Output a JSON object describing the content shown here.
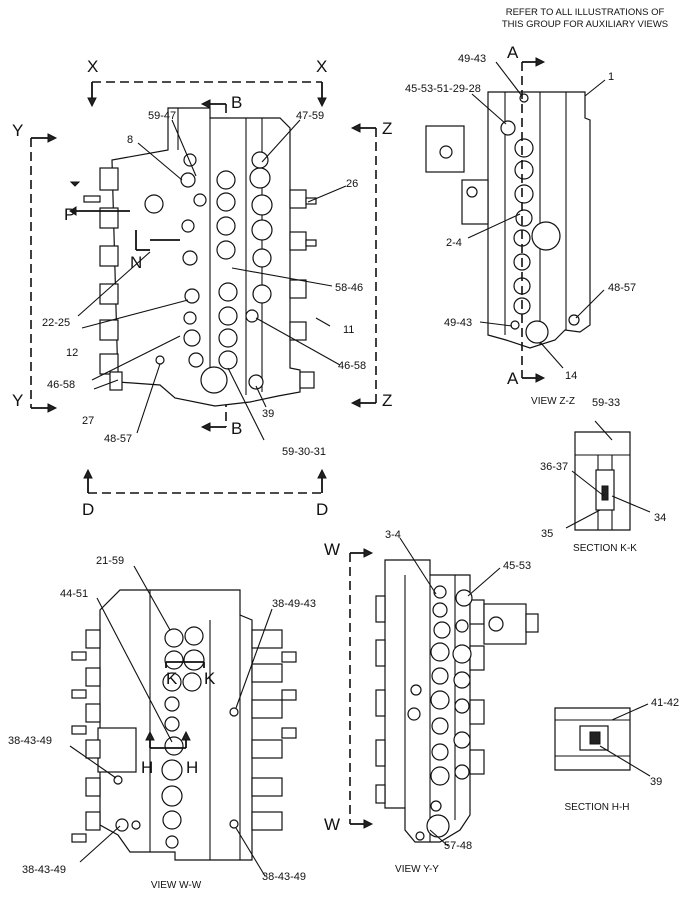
{
  "header_note": {
    "line1": "REFER TO ALL ILLUSTRATIONS OF",
    "line2": "THIS GROUP FOR AUXILIARY VIEWS"
  },
  "section_letters": {
    "X1": "X",
    "X2": "X",
    "Y1": "Y",
    "Y2": "Y",
    "Z1": "Z",
    "Z2": "Z",
    "B1": "B",
    "B2": "B",
    "D1": "D",
    "D2": "D",
    "A1": "A",
    "A2": "A",
    "W1": "W",
    "W2": "W",
    "P": "P",
    "N": "N",
    "K1": "K",
    "K2": "K",
    "H1": "H",
    "H2": "H"
  },
  "main_view_callouts": {
    "c59_47": "59-47",
    "c8": "8",
    "c47_59": "47-59",
    "c26": "26",
    "c58_46": "58-46",
    "c22_25": "22-25",
    "c11": "11",
    "c12": "12",
    "c46_58_right": "46-58",
    "c46_58_left": "46-58",
    "c27": "27",
    "c39": "39",
    "c48_57": "48-57",
    "c59_30_31": "59-30-31"
  },
  "view_zz_callouts": {
    "c49_43_top": "49-43",
    "c45_53": "45-53-51-29-28",
    "c1": "1",
    "c2_4": "2-4",
    "c48_57": "48-57",
    "c49_43_bot": "49-43",
    "c14": "14"
  },
  "section_kk_callouts": {
    "c59_33": "59-33",
    "c36_37": "36-37",
    "c34": "34",
    "c35": "35"
  },
  "view_ww_callouts": {
    "c21_59": "21-59",
    "c44_51": "44-51",
    "c38_49_43": "38-49-43",
    "c38_43_49_a": "38-43-49",
    "c38_43_49_b": "38-43-49",
    "c38_43_49_c": "38-43-49"
  },
  "view_yy_callouts": {
    "c3_4": "3-4",
    "c45_53": "45-53",
    "c57_48": "57-48"
  },
  "section_hh_callouts": {
    "c41_42": "41-42",
    "c39": "39"
  },
  "captions": {
    "view_zz": "VIEW  Z-Z",
    "section_kk": "SECTION  K-K",
    "section_hh": "SECTION  H-H",
    "view_ww": "VIEW  W-W",
    "view_yy": "VIEW  Y-Y"
  }
}
